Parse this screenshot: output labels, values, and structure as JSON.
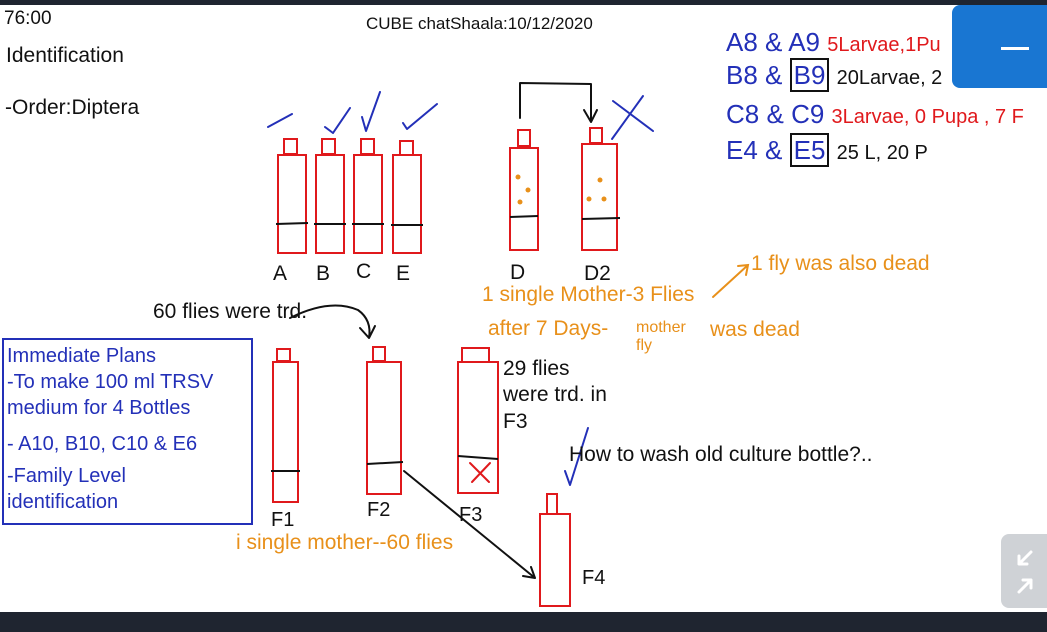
{
  "header": {
    "timer": "76:00",
    "session_title": "CUBE chatShaala:10/12/2020"
  },
  "left_notes": {
    "heading": "Identification",
    "order": "-Order:Diptera"
  },
  "bottle_labels": {
    "a": "A",
    "b": "B",
    "c": "C",
    "e": "E",
    "d": "D",
    "d2": "D2",
    "f1": "F1",
    "f2": "F2",
    "f3": "F3",
    "f4": "F4"
  },
  "counts": [
    {
      "pair_a": "A8",
      "amp": "&",
      "pair_b": "A9",
      "result": "5Larvae,1Pu"
    },
    {
      "pair_a": "B8",
      "amp": "&",
      "pair_b": "B9",
      "result": "20Larvae, 2"
    },
    {
      "pair_a": "C8",
      "amp": "&",
      "pair_b": "C9",
      "result": "3Larvae, 0 Pupa , 7 F"
    },
    {
      "pair_a": "E4",
      "amp": "&",
      "pair_b": "E5",
      "result": "25 L, 20 P"
    }
  ],
  "annotations": {
    "one_fly_dead": "1 fly was also dead",
    "single_mother": "1 single Mother-3 Flies",
    "after_7_days": "after 7  Days-",
    "mother_fly": "mother\nfly",
    "was_dead": "was dead",
    "flies_transferred": "60 flies were trd.",
    "twenty_nine_flies": "29 flies\nwere trd. in\nF3",
    "wash_question": "How to wash old culture bottle?..",
    "i_single_mother": "i single mother--60 flies"
  },
  "immediate_plans": {
    "lines": [
      "Immediate Plans",
      "-To make 100 ml TRSV",
      "medium for 4 Bottles",
      "- A10, B10, C10 & E6",
      "-Family Level",
      "identification"
    ]
  },
  "controls": {
    "minimize_icon": "minimize-icon",
    "expand_icon": "expand-arrows-icon"
  },
  "colors": {
    "blue_ink": "#2330b8",
    "red_ink": "#e0191c",
    "orange_ink": "#e8901a",
    "black_ink": "#111111",
    "minimize_button": "#1976d2"
  }
}
